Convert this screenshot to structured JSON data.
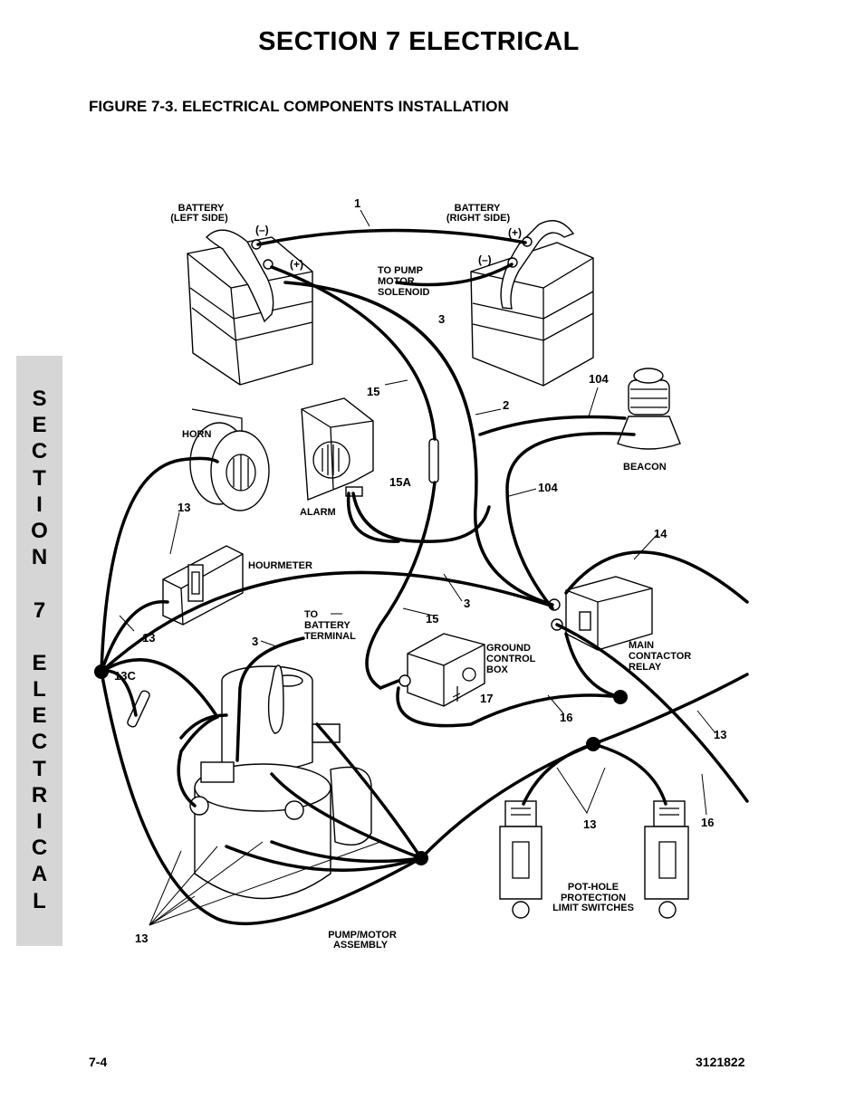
{
  "header": {
    "section_title": "SECTION 7    ELECTRICAL",
    "figure_title": "FIGURE 7-3. ELECTRICAL COMPONENTS INSTALLATION"
  },
  "side_tab": {
    "letters": [
      "S",
      "E",
      "C",
      "T",
      "I",
      "O",
      "N",
      "",
      "7",
      "",
      "E",
      "L",
      "E",
      "C",
      "T",
      "R",
      "I",
      "C",
      "A",
      "L"
    ]
  },
  "diagram": {
    "labels": {
      "battery_left": [
        "BATTERY",
        "(LEFT SIDE)"
      ],
      "battery_right": [
        "BATTERY",
        "(RIGHT SIDE)"
      ],
      "neg_left": "(–)",
      "pos_left": "(+)",
      "pos_right": "(+)",
      "neg_right": "(–)",
      "to_pump_motor_solenoid": [
        "TO PUMP",
        "MOTOR",
        "SOLENOID"
      ],
      "horn": "HORN",
      "alarm": "ALARM",
      "beacon": "BEACON",
      "hourmeter": "HOURMETER",
      "to_battery_terminal": [
        "TO",
        "BATTERY",
        "TERMINAL"
      ],
      "ground_control_box": [
        "GROUND",
        "CONTROL",
        "BOX"
      ],
      "main_contactor_relay": [
        "MAIN",
        "CONTACTOR",
        "RELAY"
      ],
      "pot_hole_limit_switches": [
        "POT-HOLE",
        "PROTECTION",
        "LIMIT SWITCHES"
      ],
      "pump_motor_assembly": [
        "PUMP/MOTOR",
        "ASSEMBLY"
      ]
    },
    "callouts": {
      "c1": "1",
      "c3_top": "3",
      "c15_top": "15",
      "c2": "2",
      "c104_top": "104",
      "c15a": "15A",
      "c104_mid": "104",
      "c13_horn": "13",
      "c14": "14",
      "c3_mid": "3",
      "c15_mid": "15",
      "c13_hour": "13",
      "c3_pump": "3",
      "c13c": "13C",
      "c17": "17",
      "c16_a": "16",
      "c13_right": "13",
      "c16_b": "16",
      "c13_pot": "13",
      "c13_bottom": "13"
    }
  },
  "footer": {
    "page": "7-4",
    "doc_number": "3121822"
  }
}
